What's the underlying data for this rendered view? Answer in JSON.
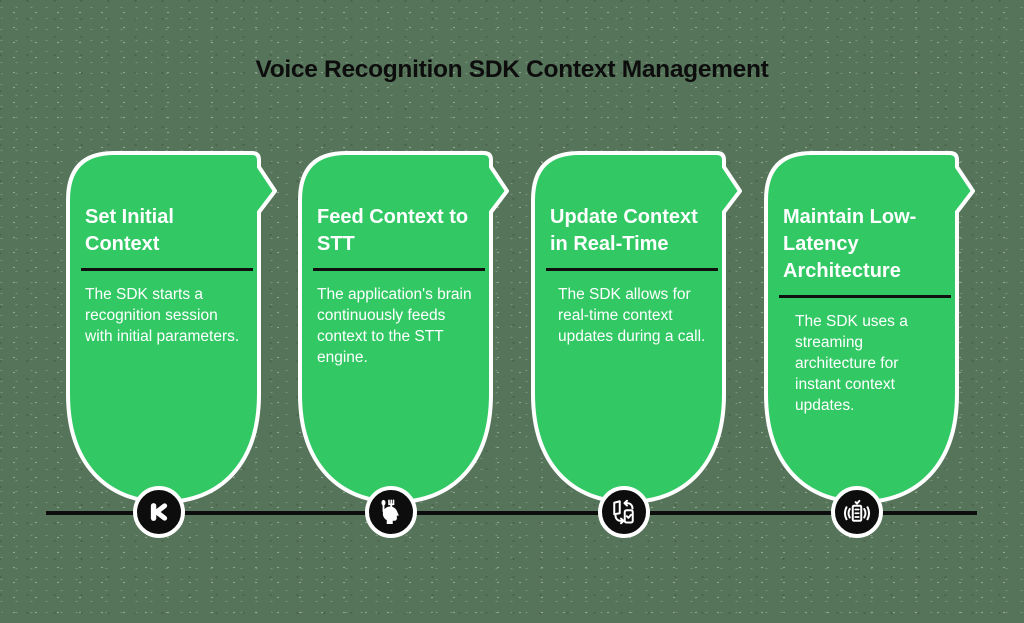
{
  "page_title": "Voice Recognition SDK Context Management",
  "colors": {
    "background": "#567459",
    "card_fill": "#32c965",
    "card_outline": "#ffffff",
    "heading_text": "#0d0d0d",
    "card_text": "#ffffff",
    "divider": "#101010",
    "timeline": "#0d0d0d",
    "icon_circle_fill": "#0d0d0d",
    "icon_glyph": "#ffffff"
  },
  "steps": [
    {
      "title": "Set Initial Context",
      "description": "The SDK starts a recognition session with initial parameters.",
      "icon": "k-logo-icon"
    },
    {
      "title": "Feed Context to STT",
      "description": "The application's brain continuously feeds context to the STT engine.",
      "icon": "feeding-head-icon"
    },
    {
      "title": "Update Context in Real-Time",
      "description": "The SDK allows for real-time context updates during a call.",
      "icon": "device-sync-icon"
    },
    {
      "title": "Maintain Low-Latency Architecture",
      "description": "The SDK uses a streaming architecture for instant context updates.",
      "icon": "streaming-server-icon"
    }
  ]
}
